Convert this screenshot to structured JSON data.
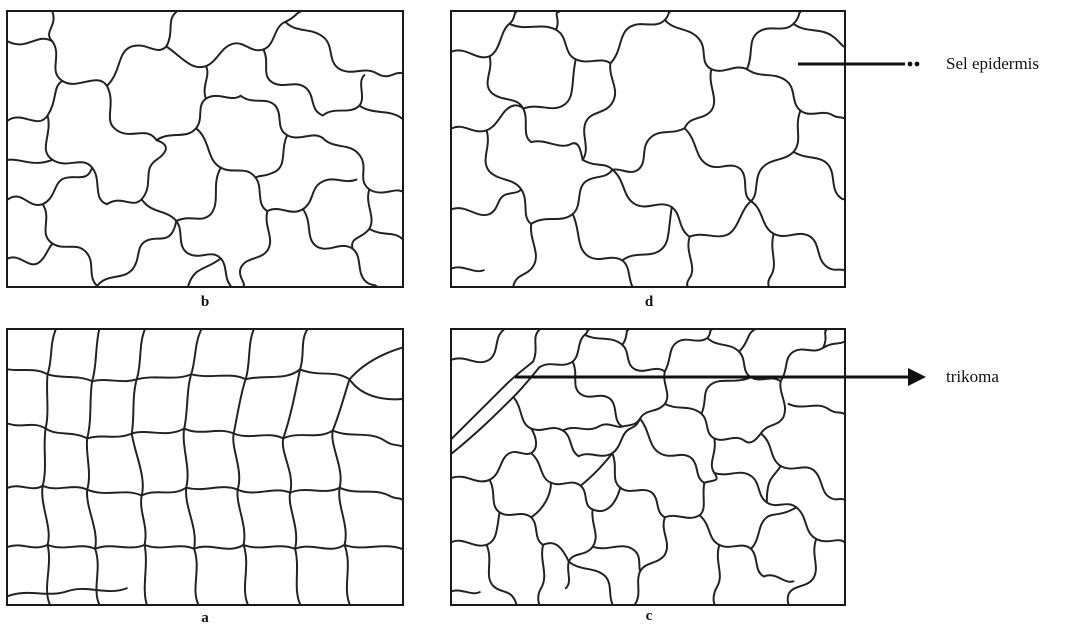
{
  "figure": {
    "panels": [
      {
        "id": "b",
        "label": "b"
      },
      {
        "id": "d",
        "label": "d"
      },
      {
        "id": "a",
        "label": "a"
      },
      {
        "id": "c",
        "label": "c"
      }
    ],
    "annotations": {
      "epidermis": "Sel epidermis",
      "trichome": "trikoma"
    },
    "colors": {
      "line": "#222222",
      "background": "#ffffff"
    }
  }
}
